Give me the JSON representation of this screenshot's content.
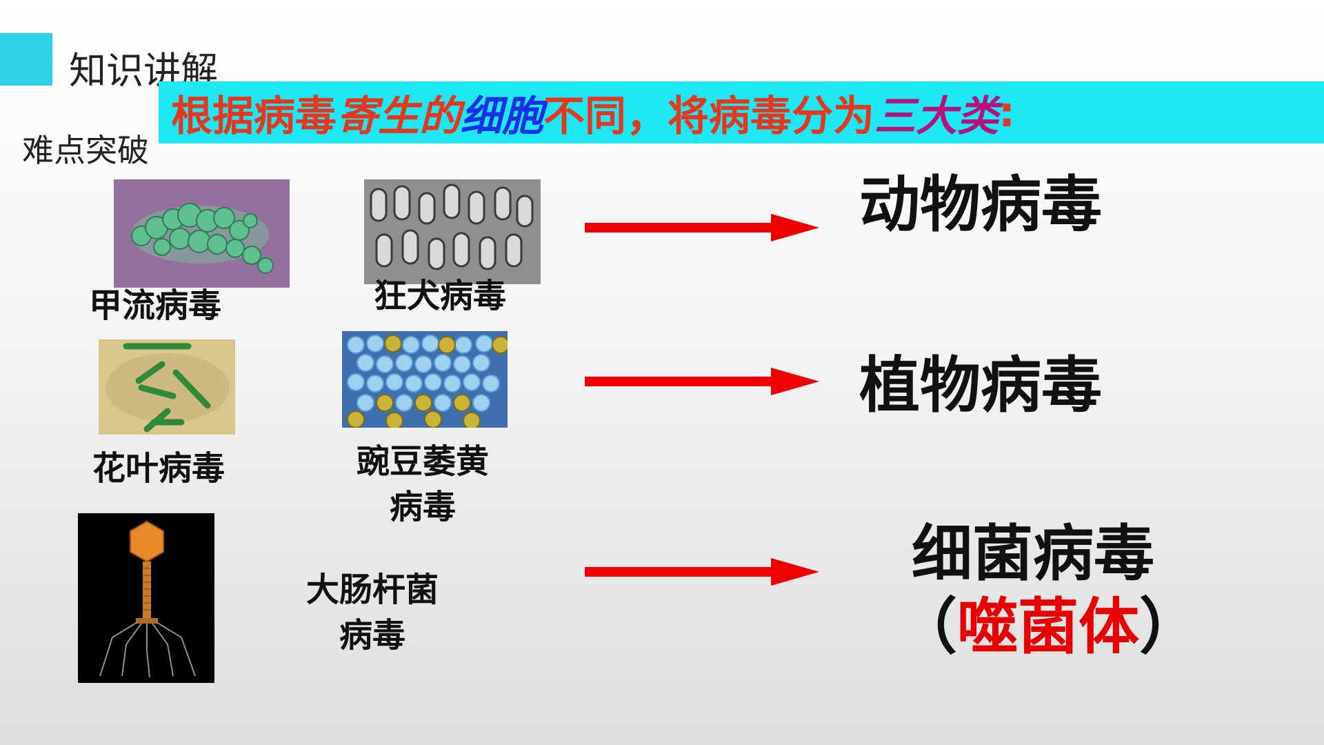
{
  "section_title": "知识讲解",
  "sub_title": "难点突破",
  "banner": {
    "part1": "根据病毒",
    "part2": "寄生的",
    "part3": "细胞",
    "part4": "不同，将病毒分为",
    "part5": "三大类",
    "part6": ":"
  },
  "viruses": {
    "flu": "甲流病毒",
    "rabies": "狂犬病毒",
    "mosaic": "花叶病毒",
    "pea_line1": "豌豆萎黄",
    "pea_line2": "病毒",
    "ecoli_line1": "大肠杆菌",
    "ecoli_line2": "病毒"
  },
  "categories": {
    "animal": "动物病毒",
    "plant": "植物病毒",
    "bacteria": "细菌病毒",
    "paren_open": "（",
    "phage": "噬菌体",
    "paren_close": "）"
  },
  "colors": {
    "accent_cyan": "#1ee6f3",
    "arrow_red": "#ee0000",
    "phage_red": "#e60000"
  }
}
